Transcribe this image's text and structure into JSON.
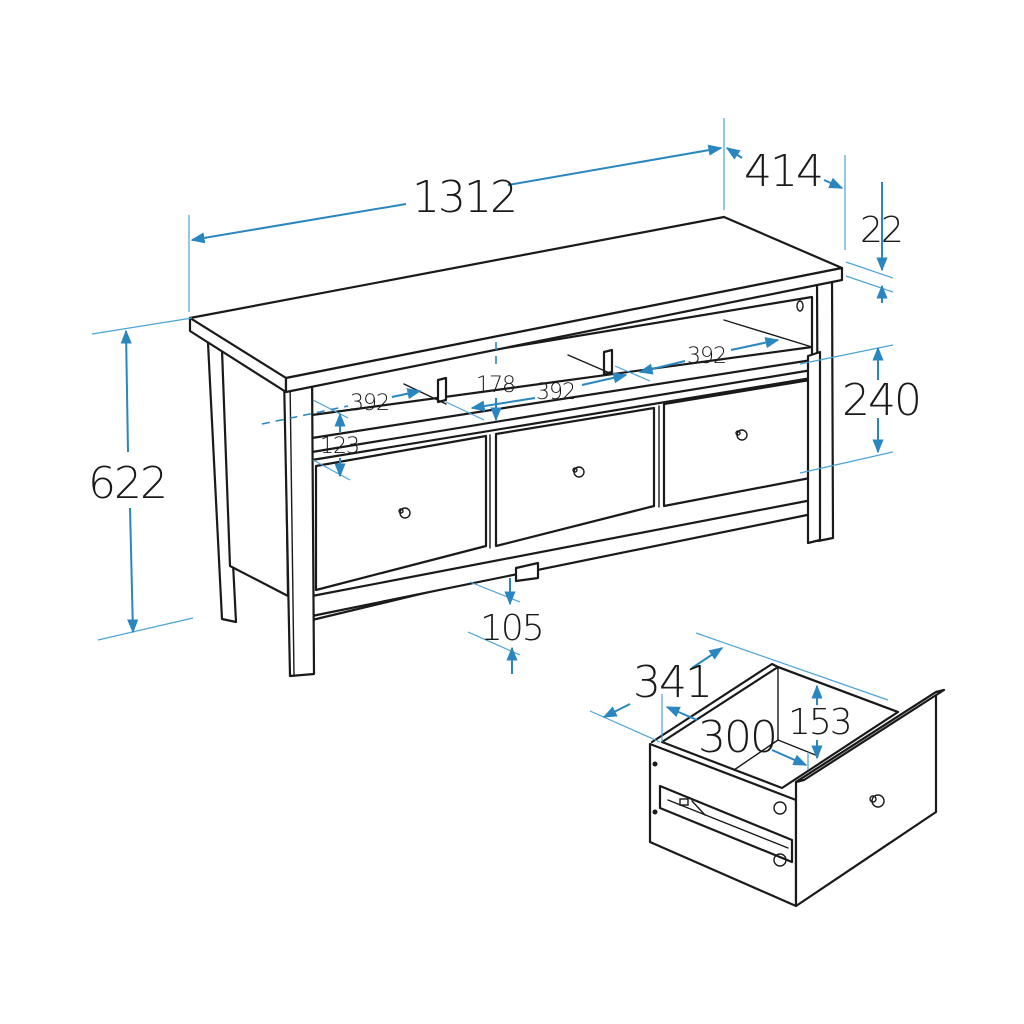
{
  "diagram": {
    "subject": "TV bench with three drawers - dimension drawing",
    "units": "mm",
    "accent_color": "#2a86bf",
    "line_color": "#1a1a1a",
    "overall": {
      "width": "1312",
      "depth": "414",
      "top_thickness": "22",
      "height": "622"
    },
    "shelf": {
      "compartment_width_left": "392",
      "compartment_width_middle": "392",
      "compartment_width_right": "392",
      "compartment_height": "178",
      "rail_height": "123"
    },
    "drawers": {
      "front_height": "240",
      "floor_clearance": "105"
    },
    "drawer_detail": {
      "outer_depth": "341",
      "inner_depth": "300",
      "inner_height": "153"
    }
  }
}
